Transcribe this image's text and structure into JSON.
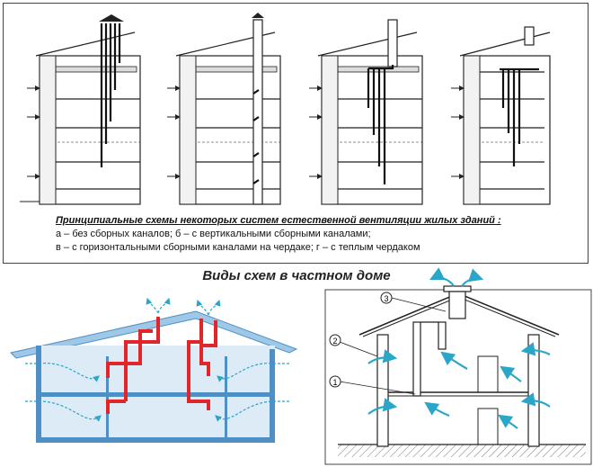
{
  "caption": {
    "title": "Принципиальные схемы некоторых систем естественной вентиляции жилых зданий :",
    "line1": "а – без сборных каналов; б – с вертикальными сборными каналами;",
    "line2": "в – с горизонтальными сборными каналами на чердаке; г – с теплым чердаком"
  },
  "section_title": "Виды схем в частном доме",
  "bottom_right_labels": [
    "1",
    "2",
    "3"
  ],
  "colors": {
    "duct_red": "#e0262b",
    "roof_blue": "#9ec8e6",
    "wall_blue": "#4e8fc6",
    "interior_blue": "#dcebf6",
    "arrow_cyan": "#2aa6c9",
    "drawing_line": "#222222"
  }
}
